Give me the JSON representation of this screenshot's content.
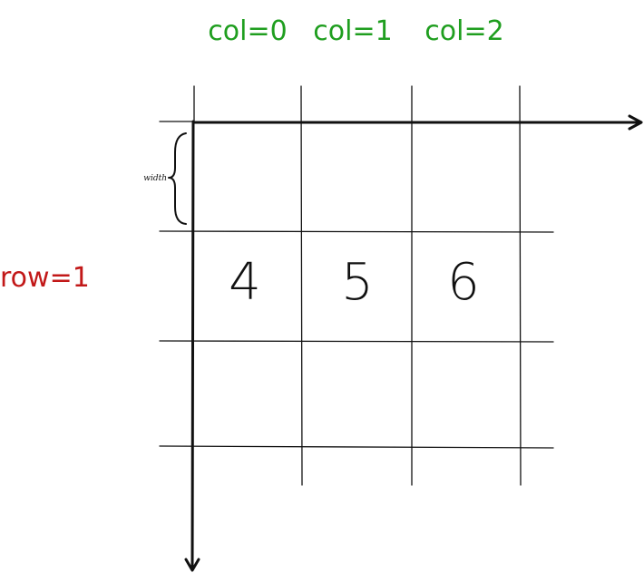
{
  "colors": {
    "ink": "#111111",
    "column_label": "#1f9e1f",
    "row_label": "#c21818"
  },
  "column_labels": [
    "col=0",
    "col=1",
    "col=2"
  ],
  "row_label": "row=1",
  "width_label": "width",
  "cell_values": [
    "4",
    "5",
    "6"
  ]
}
